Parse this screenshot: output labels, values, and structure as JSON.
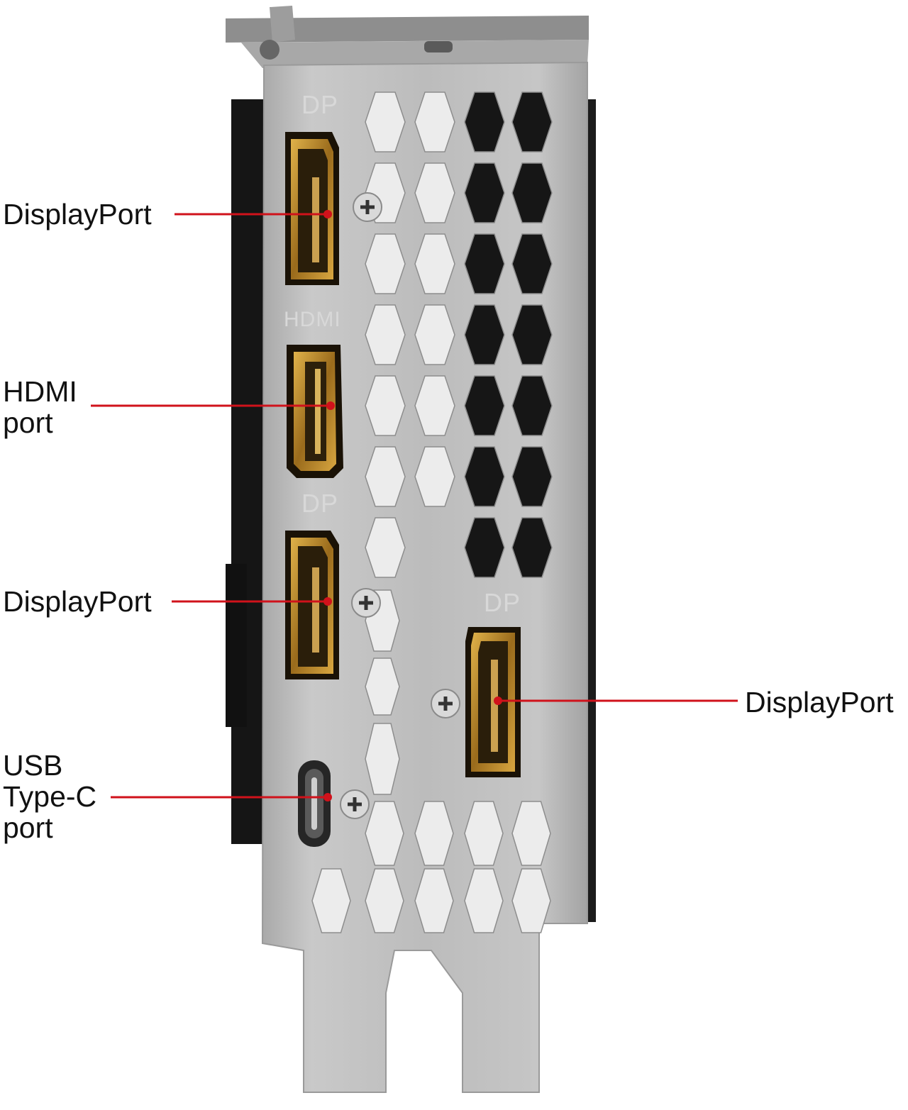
{
  "callouts": [
    {
      "id": "dp1",
      "label": "DisplayPort"
    },
    {
      "id": "hdmi",
      "label": "HDMI\nport"
    },
    {
      "id": "dp2",
      "label": "DisplayPort"
    },
    {
      "id": "usbc",
      "label": "USB\nType-C\nport"
    },
    {
      "id": "dp3",
      "label": "DisplayPort"
    }
  ],
  "bracket_marks": {
    "dp_top": "DP",
    "hdmi": "HDMI",
    "dp_mid": "DP",
    "dp_right": "DP"
  },
  "colors": {
    "leader_line": "#d0121b",
    "bracket_metal": "#b8b8b8",
    "port_gold": "#c8962e",
    "label_text": "#111111"
  }
}
